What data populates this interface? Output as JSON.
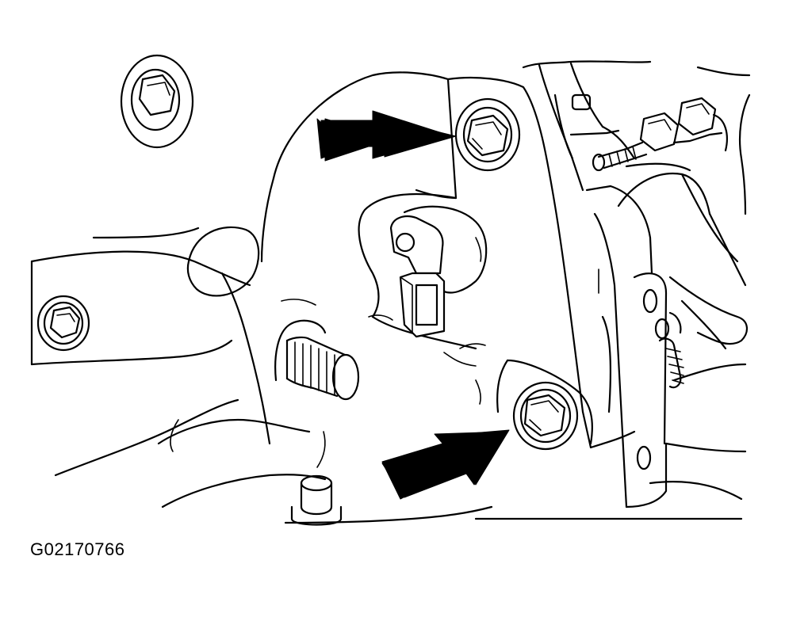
{
  "figure": {
    "code": "G02170766"
  },
  "colors": {
    "line": "#000000",
    "background": "#ffffff",
    "arrow": "#000000"
  },
  "callouts": [
    {
      "name": "upper-mounting-bolt-arrow",
      "points_to": "upper-mounting-bolt"
    },
    {
      "name": "lower-mounting-bolt-arrow",
      "points_to": "lower-mounting-bolt"
    }
  ]
}
